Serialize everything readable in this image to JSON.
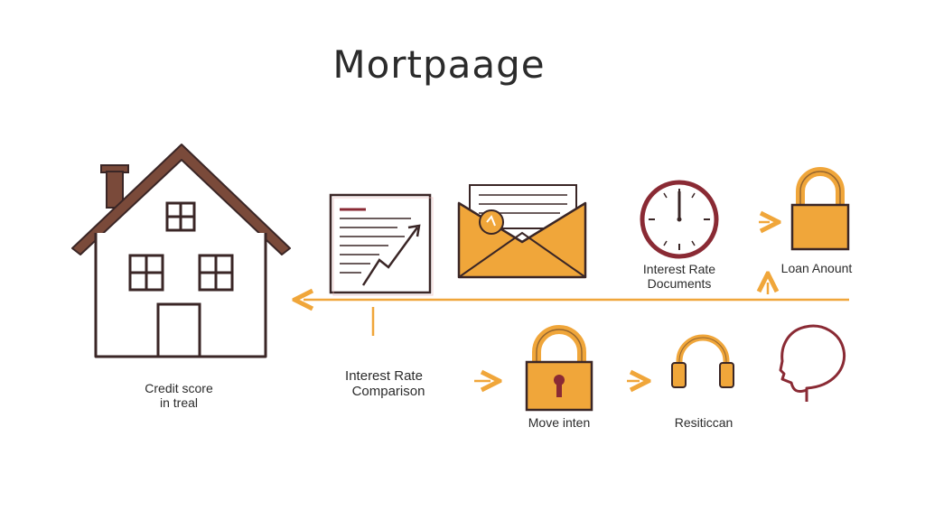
{
  "title": "Mortpaage",
  "labels": {
    "credit_line1": "Credit score",
    "credit_line2": "in treal",
    "comparison_line1": "Interest Rate",
    "comparison_line2": "Comparison",
    "documents_line1": "Interest Rate",
    "documents_line2": "Documents",
    "loan_amount": "Loan Anount",
    "move_inten": "Move inten",
    "resiticcan": "Resiticcan"
  },
  "colors": {
    "accent": "#f0a63a",
    "outline": "#3a2626",
    "roof": "#7a4a3a",
    "clock": "#8a2a34",
    "doc_line": "#8a2a34"
  },
  "icons": [
    "house-icon",
    "rate-chart-document-icon",
    "envelope-icon",
    "clock-icon",
    "padlock-icon",
    "headphones-icon",
    "head-profile-icon"
  ]
}
